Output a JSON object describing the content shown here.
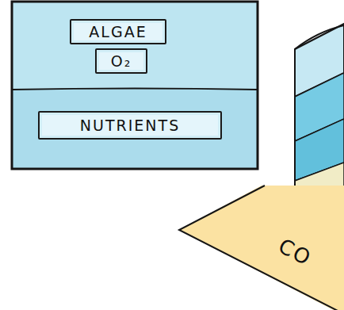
{
  "diagram": {
    "nodes": [
      {
        "text": [
          "ALGAE"
        ]
      },
      {
        "text": [
          "O₂"
        ]
      },
      {
        "text": [
          "NUTRIENTS"
        ]
      },
      {
        "text": [
          "CO"
        ]
      }
    ]
  }
}
